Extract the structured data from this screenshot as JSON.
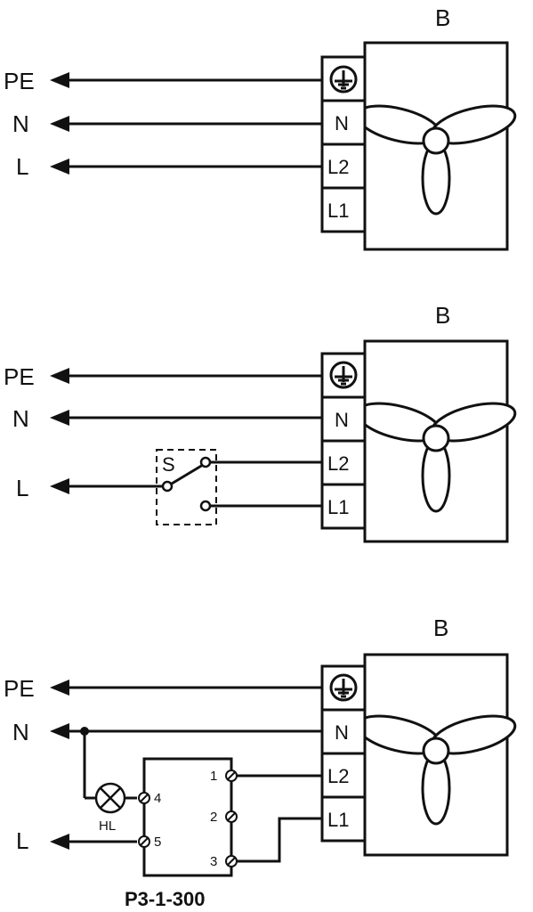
{
  "lines": {
    "pe": "PE",
    "n": "N",
    "l": "L"
  },
  "fan_label": "B",
  "terminals": {
    "n": "N",
    "l2": "L2",
    "l1": "L1"
  },
  "switch_label": "S",
  "lamp_label": "HL",
  "controller": {
    "name": "P3-1-300",
    "terminals": [
      "1",
      "2",
      "3",
      "4",
      "5"
    ]
  }
}
